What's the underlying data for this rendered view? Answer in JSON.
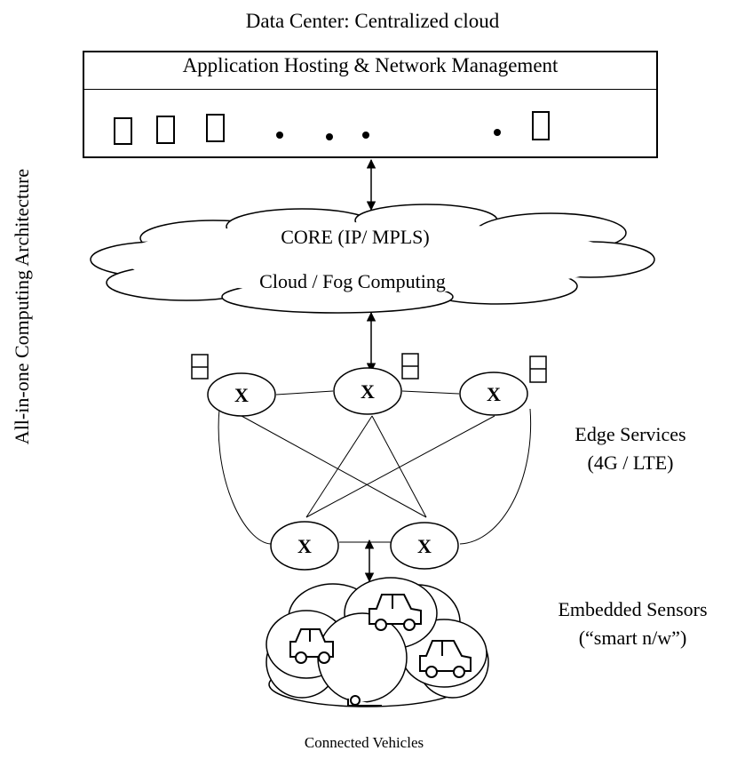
{
  "title": "Data Center: Centralized cloud",
  "hosting_box": {
    "header": "Application Hosting & Network Management"
  },
  "core_cloud": {
    "line1": "CORE (IP/ MPLS)",
    "line2": "Cloud / Fog Computing"
  },
  "architecture_label": "All-in-one Computing Architecture",
  "edge": {
    "label": "Edge Services",
    "sublabel": "(4G / LTE)"
  },
  "sensors": {
    "label": "Embedded Sensors",
    "sublabel": "(“smart n/w”)"
  },
  "vehicles_label": "Connected Vehicles",
  "node_label": "X"
}
